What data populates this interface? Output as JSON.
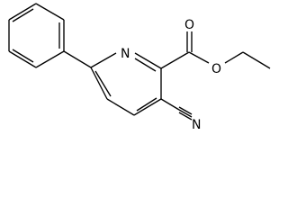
{
  "molecule": {
    "atoms": {
      "ring_nitrogen": "N",
      "carbonyl_oxygen": "O",
      "ester_oxygen": "O",
      "nitrile_nitrogen": "N"
    }
  }
}
